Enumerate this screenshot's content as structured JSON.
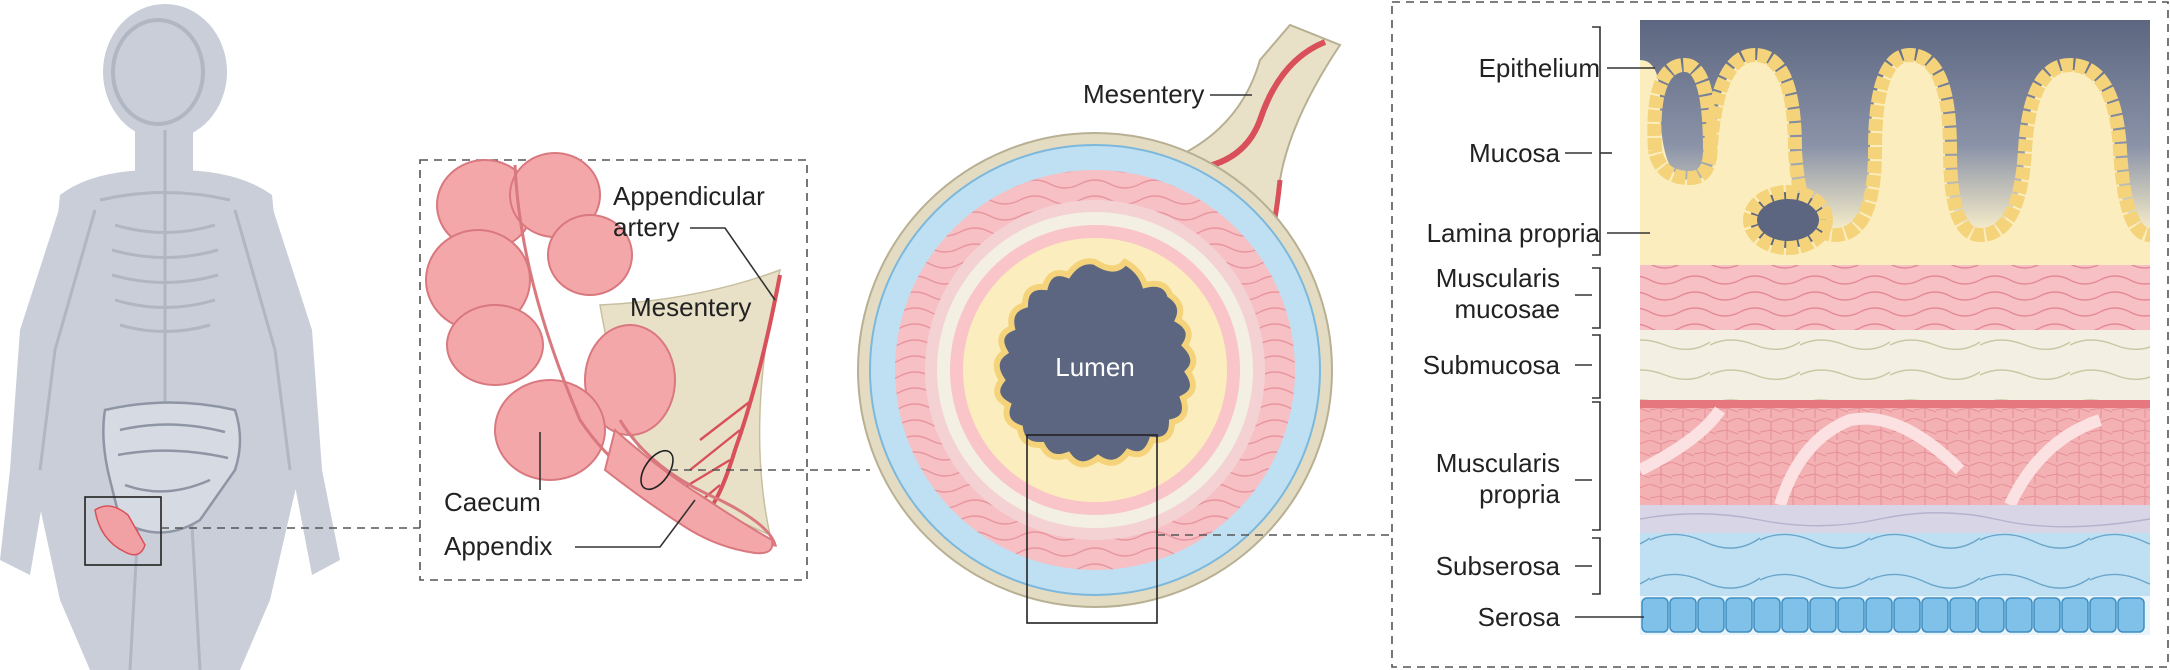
{
  "colors": {
    "body_silhouette": "#c9ced8",
    "bone": "#b6bcc8",
    "caecum": "#f4a7a9",
    "artery": "#d9505a",
    "mesentery": "#e8e1c8",
    "serosa_blue": "#bfe0f2",
    "mucosa_yellow": "#fbedbd",
    "lumen": "#5c6680",
    "epithelium_cells": "#f4d37a"
  },
  "panel_left": {
    "caecum": "Caecum",
    "appendix": "Appendix",
    "appendicular_artery_l1": "Appendicular",
    "appendicular_artery_l2": "artery",
    "mesentery": "Mesentery"
  },
  "panel_center": {
    "mesentery": "Mesentery",
    "lumen": "Lumen"
  },
  "panel_right": {
    "layers": [
      {
        "lines": [
          "Epithelium"
        ]
      },
      {
        "lines": [
          "Mucosa"
        ]
      },
      {
        "lines": [
          "Lamina propria"
        ]
      },
      {
        "lines": [
          "Muscularis",
          "mucosae"
        ]
      },
      {
        "lines": [
          "Submucosa"
        ]
      },
      {
        "lines": [
          "Muscularis",
          "propria"
        ]
      },
      {
        "lines": [
          "Subserosa"
        ]
      },
      {
        "lines": [
          "Serosa"
        ]
      }
    ]
  }
}
